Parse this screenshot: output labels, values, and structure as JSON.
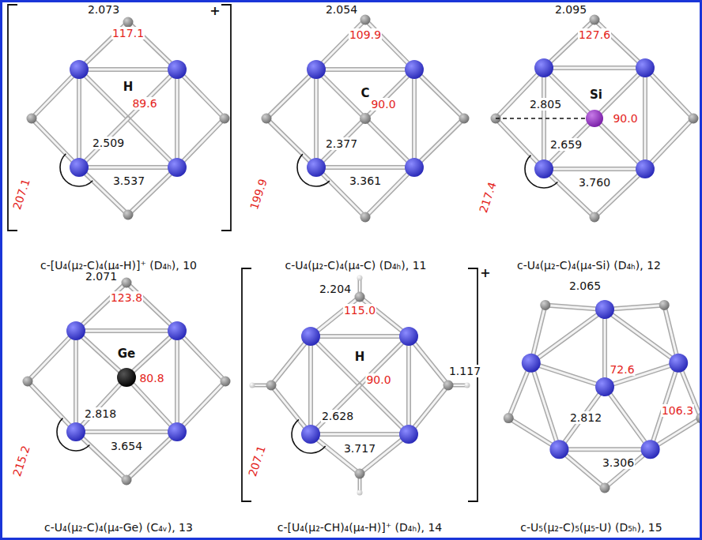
{
  "diagram": {
    "labels": [
      "+",
      "2.073",
      "117.1",
      "H",
      "89.6",
      "2.509",
      "207.1",
      "3.537",
      "c-[U₄(μ₂-C)₄(μ₄-H)]⁺ (D₄ₕ), 10",
      "2.054",
      "109.9",
      "C",
      "90.0",
      "2.377",
      "199.9",
      "3.361",
      "c-U₄(μ₂-C)₄(μ₄-C) (D₄ₕ), 11",
      "2.095",
      "127.6",
      "Si",
      "2.805",
      "90.0",
      "2.659",
      "217.4",
      "3.760",
      "c-U₄(μ₂-C)₄(μ₄-Si) (D₄ₕ), 12",
      "2.071",
      "123.8",
      "Ge",
      "80.8",
      "2.818",
      "215.2",
      "3.654",
      "c-U₄(μ₂-C)₄(μ₄-Ge) (C₄ᵥ), 13",
      "+",
      "2.204",
      "115.0",
      "H",
      "1.117",
      "90.0",
      "2.628",
      "207.1",
      "3.717",
      "c-[U₄(μ₂-CH)₄(μ₄-H)]⁺ (D₄ₕ), 14",
      "2.065",
      "72.6",
      "106.3",
      "2.812",
      "3.306",
      "c-U₅(μ₂-C)₅(μ₅-U) (D₅ₕ), 15"
    ]
  }
}
